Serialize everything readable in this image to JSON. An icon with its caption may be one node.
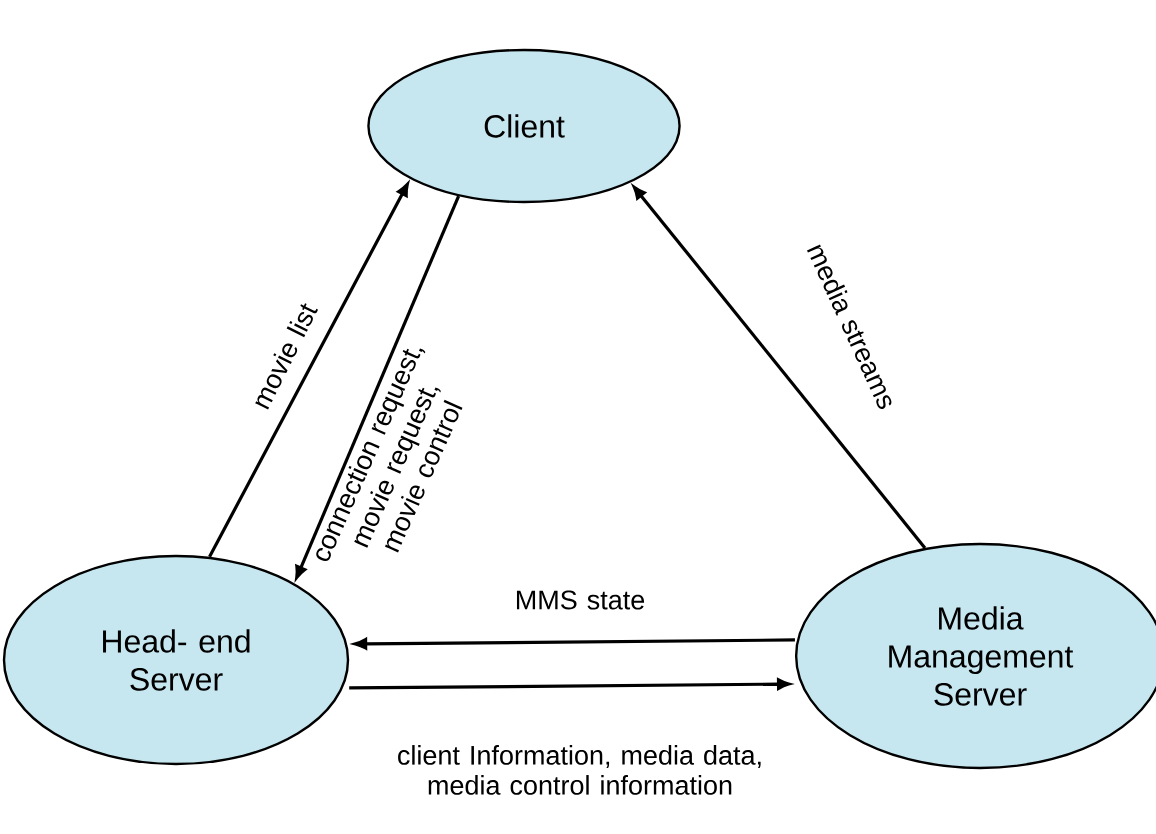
{
  "diagram": {
    "nodes": [
      {
        "text": [
          "Client"
        ]
      },
      {
        "text": [
          "Head- end Server"
        ]
      },
      {
        "text": [
          "Media Management Server"
        ]
      }
    ],
    "edges": [
      {
        "from": 1,
        "to": 0,
        "arrow": "to",
        "label": "movie list"
      },
      {
        "from": 0,
        "to": 1,
        "arrow": "to",
        "label": "connection request, movie request, movie control"
      },
      {
        "from": 2,
        "to": 0,
        "arrow": "to",
        "label": "media streams"
      },
      {
        "from": 2,
        "to": 1,
        "arrow": "to",
        "label": "MMS state"
      },
      {
        "from": 1,
        "to": 2,
        "arrow": "to",
        "label": "client Information, media data, media control information"
      }
    ]
  }
}
